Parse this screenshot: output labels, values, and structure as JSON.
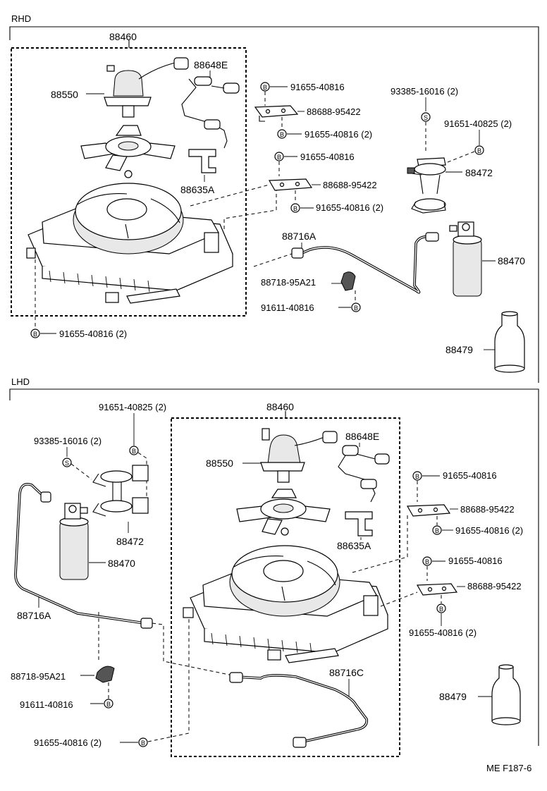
{
  "sections": {
    "rhd": "RHD",
    "lhd": "LHD"
  },
  "labels": {
    "rhd": {
      "assy": "88460",
      "motor": "88550",
      "harness": "88648E",
      "bracket_clip": "88635A",
      "bolt_1": "91655-40816",
      "bracket_1": "88688-95422",
      "bolt_2": "91655-40816 (2)",
      "bolt_3": "91655-40816",
      "bracket_2": "88688-95422",
      "bolt_4": "91655-40816 (2)",
      "screw": "93385-16016 (2)",
      "bolt_5": "91651-40825 (2)",
      "holder": "88472",
      "pipe": "88716A",
      "receiver": "88470",
      "clamp": "88718-95A21",
      "bolt_6": "91611-40816",
      "bolt_7": "91655-40816 (2)",
      "bottle": "88479"
    },
    "lhd": {
      "bolt_5": "91651-40825 (2)",
      "assy": "88460",
      "screw": "93385-16016 (2)",
      "harness": "88648E",
      "motor": "88550",
      "bolt_1": "91655-40816",
      "holder": "88472",
      "bracket_1": "88688-95422",
      "bracket_clip": "88635A",
      "bolt_2": "91655-40816 (2)",
      "receiver": "88470",
      "bolt_3": "91655-40816",
      "bracket_2": "88688-95422",
      "pipe": "88716A",
      "bolt_4": "91655-40816 (2)",
      "pipe_c": "88716C",
      "clamp": "88718-95A21",
      "bottle": "88479",
      "bolt_6": "91611-40816",
      "bolt_7": "91655-40816 (2)"
    }
  },
  "symbols": {
    "bolt": "B",
    "screw": "S"
  },
  "footer": "ME F187-6"
}
